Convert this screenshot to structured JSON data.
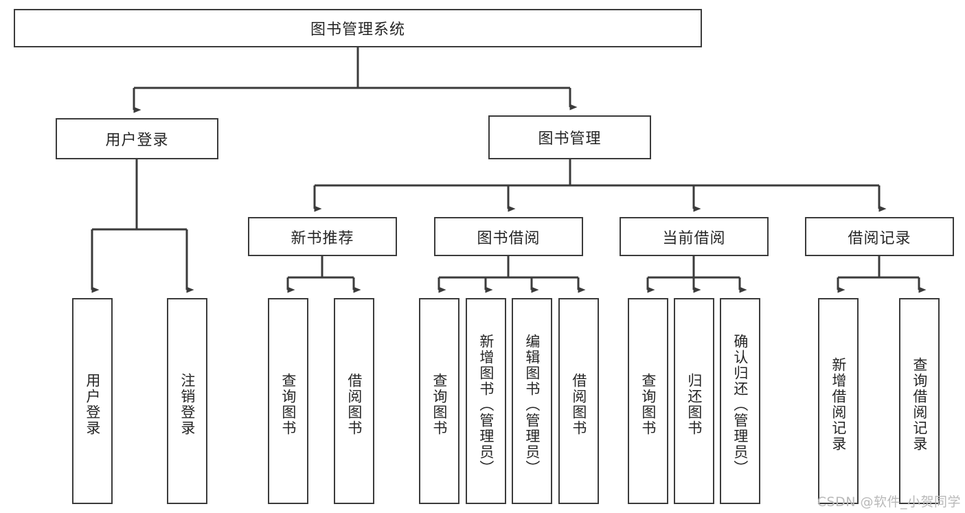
{
  "diagram": {
    "title": "图书管理系统",
    "root": {
      "label": "图书管理系统"
    },
    "level1": [
      {
        "label": "用户登录"
      },
      {
        "label": "图书管理"
      }
    ],
    "level2": [
      {
        "label": "新书推荐"
      },
      {
        "label": "图书借阅"
      },
      {
        "label": "当前借阅"
      },
      {
        "label": "借阅记录"
      }
    ],
    "leaves": {
      "user_login": [
        {
          "label": "用户登录"
        },
        {
          "label": "注销登录"
        }
      ],
      "new_book_recommend": [
        {
          "label": "查询图书"
        },
        {
          "label": "借阅图书"
        }
      ],
      "book_borrow": [
        {
          "label": "查询图书"
        },
        {
          "label": "新增图书（管理员）"
        },
        {
          "label": "编辑图书（管理员）"
        },
        {
          "label": "借阅图书"
        }
      ],
      "current_borrow": [
        {
          "label": "查询图书"
        },
        {
          "label": "归还图书"
        },
        {
          "label": "确认归还（管理员）"
        }
      ],
      "borrow_record": [
        {
          "label": "新增借阅记录"
        },
        {
          "label": "查询借阅记录"
        }
      ]
    }
  },
  "watermark": {
    "text": "CSDN @软件_小贺同学"
  },
  "colors": {
    "stroke": "#3b3b3b",
    "text": "#262626",
    "background": "#ffffff",
    "watermark": "#b9b9b9"
  }
}
